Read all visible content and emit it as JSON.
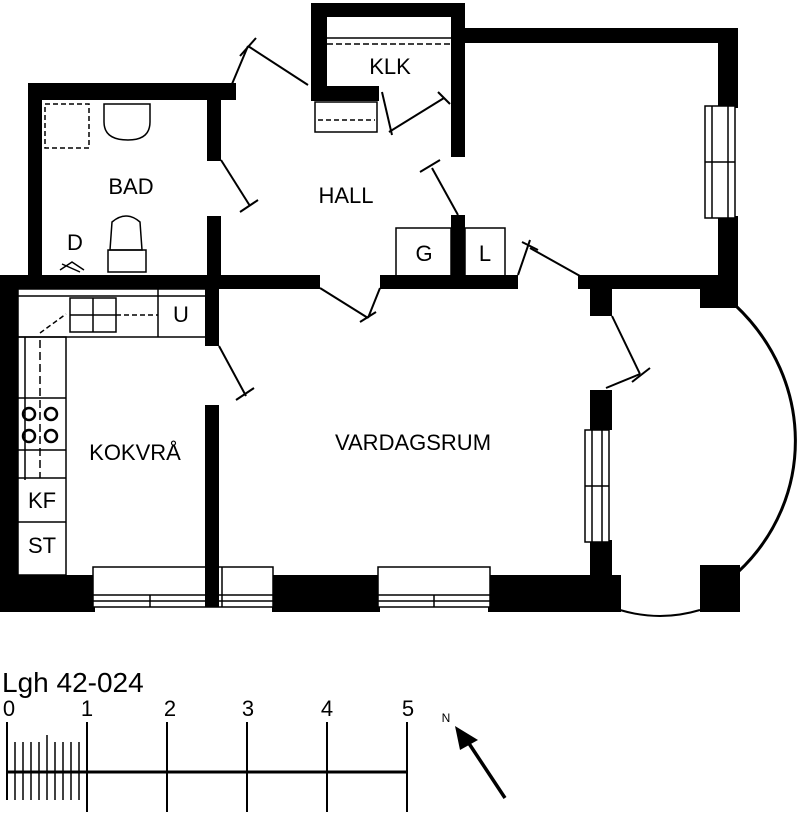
{
  "plan": {
    "title": "Lgh 42-024",
    "rooms": {
      "bad": "BAD",
      "hall": "HALL",
      "klk": "KLK",
      "kokvra": "KOKVRÅ",
      "vardagsrum": "VARDAGSRUM"
    },
    "fixtures": {
      "d": "D",
      "g": "G",
      "l": "L",
      "u": "U",
      "kf": "KF",
      "st": "ST"
    }
  },
  "scale": {
    "ticks": [
      "0",
      "1",
      "2",
      "3",
      "4",
      "5"
    ]
  },
  "north": {
    "label": "N"
  }
}
